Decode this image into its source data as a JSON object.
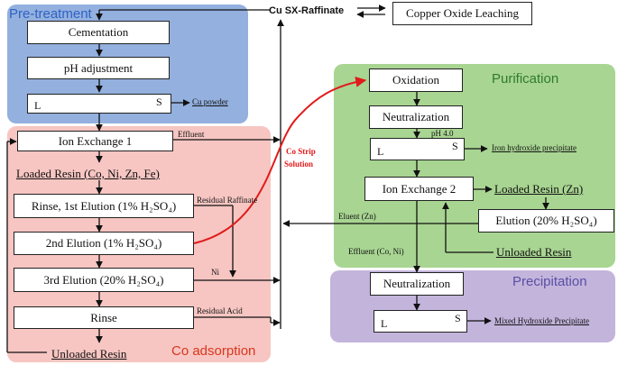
{
  "regions": {
    "pretreatment": "Pre-treatment",
    "co_adsorption": "Co adsorption",
    "purification": "Purification",
    "precipitation": "Precipitation"
  },
  "top": {
    "raffinate": "Cu SX-Raffinate",
    "leaching": "Copper Oxide Leaching"
  },
  "boxes": {
    "cementation": "Cementation",
    "ph_adjustment": "pH adjustment",
    "ion_exchange_1": "Ion Exchange 1",
    "rinse_elution1": "Rinse, 1st Elution (1% H₂SO₄)",
    "elution2": "2nd Elution (1% H₂SO₄)",
    "elution3": "3rd Elution (20% H₂SO₄)",
    "rinse": "Rinse",
    "oxidation": "Oxidation",
    "neutralization_1": "Neutralization",
    "ion_exchange_2": "Ion Exchange 2",
    "elution_20": "Elution (20% H₂SO₄)",
    "neutralization_2": "Neutralization"
  },
  "separators": {
    "left": "L",
    "right": "S"
  },
  "labels": {
    "cu_powder": "Cu powder",
    "loaded_resin_1": "Loaded Resin (Co, Ni, Zn, Fe)",
    "unloaded_resin_1": "Unloaded Resin",
    "effluent": "Effluent",
    "residual_raffinate": "Residual Raffinate",
    "ni": "Ni",
    "residual_acid": "Residual Acid",
    "co_strip_1": "Co Strip",
    "co_strip_2": "Solution",
    "ph_4": "pH 4.0",
    "iron_precipitate": "Iron hydroxide precipitate",
    "loaded_resin_zn": "Loaded Resin (Zn)",
    "eluent_zn": "Eluent (Zn)",
    "effluent_co_ni": "Effluent (Co, Ni)",
    "unloaded_resin_2": "Unloaded Resin",
    "mixed_hydroxide": "Mixed Hydroxide Precipitate"
  },
  "colors": {
    "pretreatment": "#93B0DE",
    "co_adsorption": "#F7C6C2",
    "purification": "#A8D592",
    "precipitation": "#C3B4DC",
    "pretreatment_title": "#2E62C4",
    "co_adsorption_title": "#D9361D",
    "purification_title": "#2F7A2F",
    "precipitation_title": "#5A4FA3",
    "strip_arrow": "#E11B1B"
  }
}
